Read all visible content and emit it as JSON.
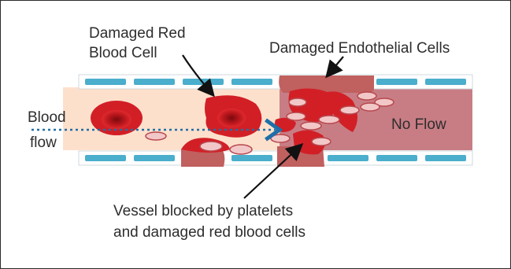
{
  "labels": {
    "damaged_rbc_line1": "Damaged Red",
    "damaged_rbc_line2": "Blood Cell",
    "damaged_endothelial": "Damaged Endothelial Cells",
    "blood_flow_line1": "Blood",
    "blood_flow_line2": "flow",
    "no_flow": "No Flow",
    "blocked_line1": "Vessel blocked by platelets",
    "blocked_line2": "and damaged  red blood cells"
  },
  "colors": {
    "vessel_lumen": "#fde0cc",
    "blocked_region": "#c87d85",
    "damaged_wall": "#c0605f",
    "endothelial_cell": "#4aaecc",
    "red_blood_cell": "#d21f26",
    "platelet": "#e8b0b0",
    "flow_arrow": "#1f6fa8"
  }
}
